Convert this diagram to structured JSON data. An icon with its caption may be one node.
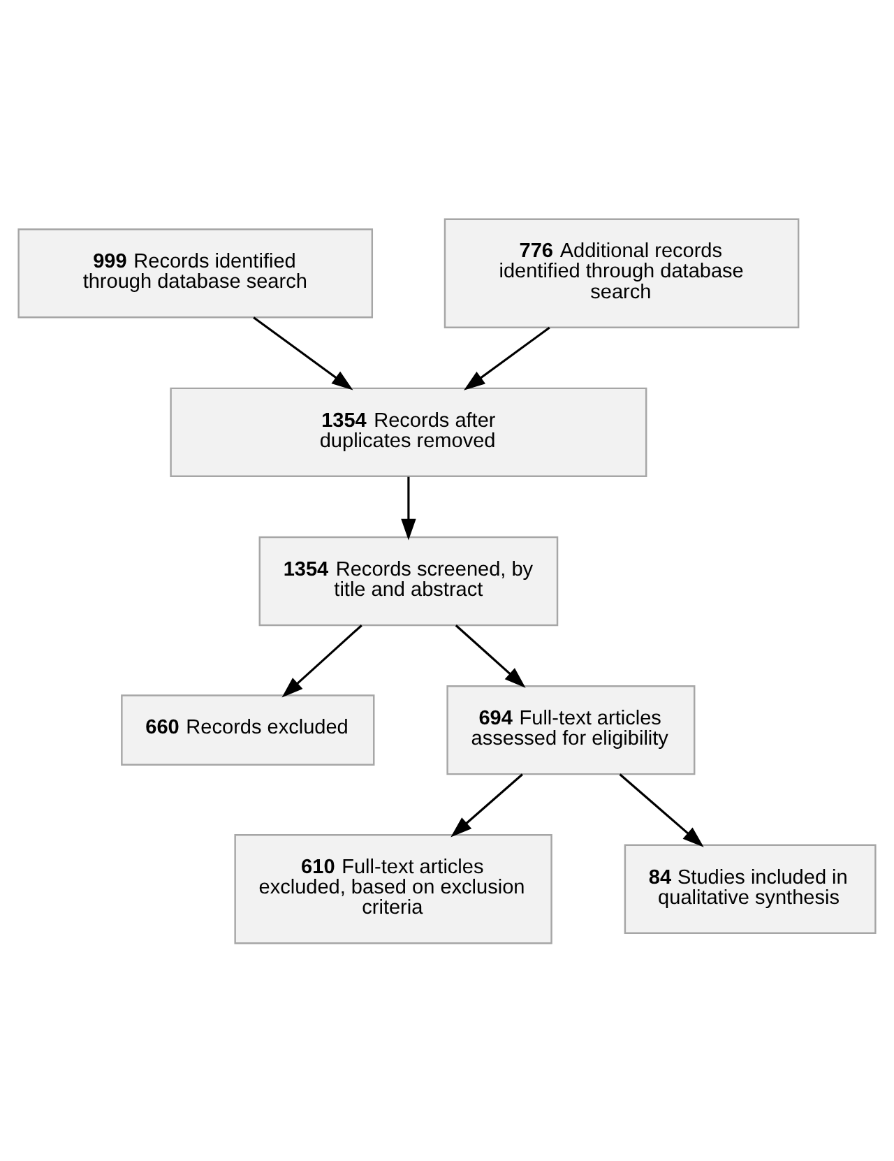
{
  "diagram": {
    "nodes": [
      {
        "text": [
          "**999** Records identified through database search"
        ]
      },
      {
        "text": [
          "**776** Additional records identified through database search"
        ]
      },
      {
        "text": [
          "**1354** Records after duplicates removed"
        ]
      },
      {
        "text": [
          "**1354** Records screened, by title and abstract"
        ]
      },
      {
        "text": [
          "**660** Records excluded"
        ]
      },
      {
        "text": [
          "**694** Full-text articles assessed for eligibility"
        ]
      },
      {
        "text": [
          "**610** Full-text articles excluded, based on exclusion criteria"
        ]
      },
      {
        "text": [
          "**84** Studies included in qualitative synthesis"
        ]
      }
    ],
    "edges": [
      {
        "from": 0,
        "to": 2,
        "arrow": "to"
      },
      {
        "from": 1,
        "to": 2,
        "arrow": "to"
      },
      {
        "from": 2,
        "to": 3,
        "arrow": "to"
      },
      {
        "from": 3,
        "to": 4,
        "arrow": "to"
      },
      {
        "from": 3,
        "to": 5,
        "arrow": "to"
      },
      {
        "from": 5,
        "to": 6,
        "arrow": "to"
      },
      {
        "from": 5,
        "to": 7,
        "arrow": "to"
      }
    ]
  }
}
